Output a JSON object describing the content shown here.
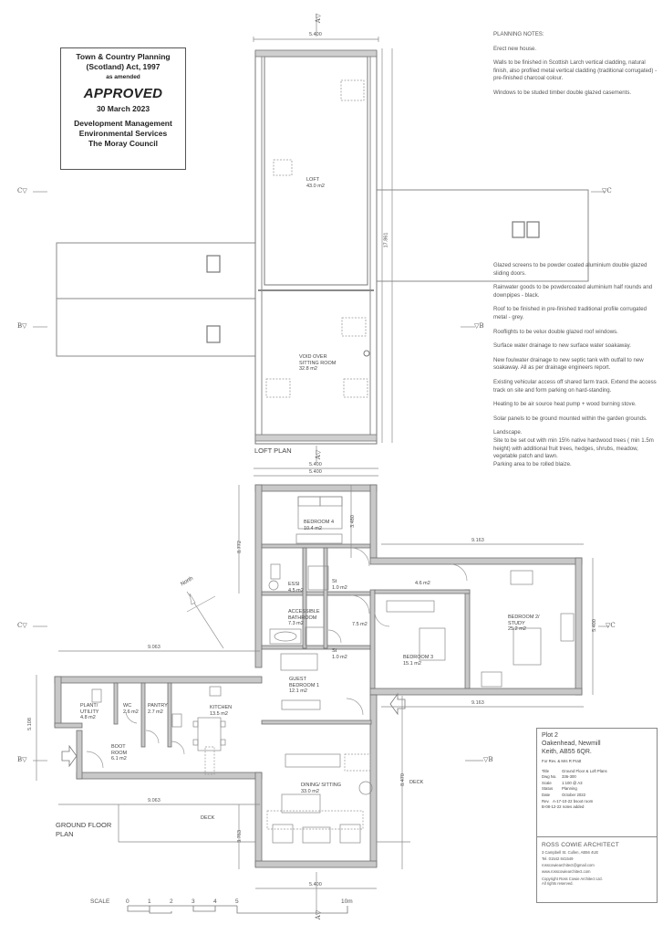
{
  "stamp": {
    "line1": "Town & Country Planning",
    "line2": "(Scotland) Act, 1997",
    "line3": "as amended",
    "status": "APPROVED",
    "date": "30 March 2023",
    "dept1": "Development Management",
    "dept2": "Environmental Services",
    "council": "The Moray Council"
  },
  "planning_notes": {
    "heading": "PLANNING NOTES:",
    "notes": [
      "Erect new house.",
      "Walls to be finished in Scottish Larch vertical cladding, natural finish, also profiled metal vertical cladding (traditional corrugated) - pre-finished charcoal colour.",
      "Windows to be studed timber double glazed casements.",
      "Glazed screens to be powder coated aluminium double glazed sliding doors.",
      "Rainwater goods to be powdercoated aluminium half rounds and downpipes - black.",
      "Roof to be finished in pre-finished traditional profile corrugated metal - grey.",
      "Rooflights to be velux double glazed roof windows.",
      "Surface water drainage to new surface water soakaway.",
      "New foulwater drainage to new septic tank with outfall to new soakaway.  All as per drainage engineers report.",
      "Existing vehicular access off shared farm track. Extend the access track on site and form parking on hard-standing.",
      "Heating to be air source heat pump + wood burning stove.",
      "Solar panels to be ground mounted within the garden grounds.",
      "Landscape.\nSite to be set out with min 15% native hardwood trees ( min 1.5m height) with additional fruit trees, hedges, shrubs, meadow, vegetable patch and lawn.\nParking area to be rolled blaize."
    ]
  },
  "loft_plan": {
    "title": "LOFT PLAN",
    "rooms": [
      {
        "name": "LOFT",
        "area": "43.0 m2"
      },
      {
        "name": "VOID OVER\nSITTING ROOM",
        "area": "32.8 m2"
      }
    ],
    "dims": {
      "width_top": "5.400",
      "width_bottom": "5.400",
      "length": "17.861"
    }
  },
  "ground_floor_plan": {
    "title_line1": "GROUND FLOOR",
    "title_line2": "PLAN",
    "north_label": "North",
    "rooms": {
      "bedroom4": "BEDROOM 4\n10.4 m2",
      "ensuite": "ESSI\n4.5 m2",
      "store1": "St\n1.0 m2",
      "bathroom": "ACCESSIBLE\nBATHROOM\n7.3 m2",
      "hall": "7.5 m2",
      "store2": "St\n1.0 m2",
      "landing": "4.6 m2",
      "bedroom2": "BEDROOM 2/\nSTUDY\n25.2 m2",
      "bedroom3": "BEDROOM 3\n15.1 m2",
      "guest": "GUEST\nBEDROOM 1\n12.1 m2",
      "plant": "PLANT/\nUTILITY\n4.8 m2",
      "wc": "WC\n2.6 m2",
      "pantry": "PANTRY\n2.7 m2",
      "kitchen": "KITCHEN\n13.5 m2",
      "boot": "BOOT\nROOM\n6.1 m2",
      "dining": "DINING/ SITTING\n33.0 m2"
    },
    "deck_labels": [
      "DECK",
      "DECK"
    ],
    "dims": {
      "top_width": "5.400",
      "bottom_width": "5.400",
      "west_length": "9.063",
      "west_length_bottom": "9.063",
      "east_length": "9.163",
      "east_length_bottom": "9.163",
      "wing_depth_left": "5.108",
      "wing_depth_right": "5.400",
      "north_depth": "3.480",
      "center_length": "8.772",
      "deck_length": "8.470",
      "south_depth": "3.763"
    }
  },
  "section_markers": {
    "a_top": "A",
    "a_loft_bottom": "A",
    "a_ground_top": "A",
    "a_ground_bottom": "A",
    "c_left": "C",
    "c_right": "C",
    "b_left": "B",
    "b_right": "B",
    "c_left_ground": "C",
    "c_right_ground": "C",
    "b_left_ground": "B",
    "b_right_ground": "B"
  },
  "scale_bar": {
    "label": "SCALE",
    "ticks": [
      "0",
      "1",
      "2",
      "3",
      "4",
      "5",
      "10m"
    ]
  },
  "title_block": {
    "project": "Plot 2",
    "address1": "Oakenhead, Newmill",
    "address2": "Keith, AB55 6QR.",
    "client": "For Rev. & Mrs R Pratt",
    "rows": [
      {
        "k": "Title",
        "v": "Ground Floor & Loft Plans"
      },
      {
        "k": "Dwg No.",
        "v": "336-300"
      },
      {
        "k": "Scale",
        "v": "1:100 @ A3"
      },
      {
        "k": "Status",
        "v": "Planning"
      },
      {
        "k": "Date",
        "v": "October 2022"
      },
      {
        "k": "Rev.",
        "v": "A-17-10-22 bsoot room"
      },
      {
        "k": "",
        "v": "B-08-12-22 notes added"
      }
    ],
    "firm": "ROSS COWIE ARCHITECT",
    "firm_address": "3 Campbell St. Cullen, AB56 4UE",
    "firm_tel": "Tel. 01542 841549",
    "firm_email": "rosscowiearchitect@gmail.com",
    "firm_web": "www.rosscowiearchitect.com",
    "copyright1": "Copyright Ross Cowie Architect Ltd.",
    "copyright2": "All rights reserved."
  },
  "colors": {
    "wall_fill": "#c8c8c8",
    "wall_stroke": "#777777",
    "line": "#888888",
    "dim_line": "#777777"
  }
}
